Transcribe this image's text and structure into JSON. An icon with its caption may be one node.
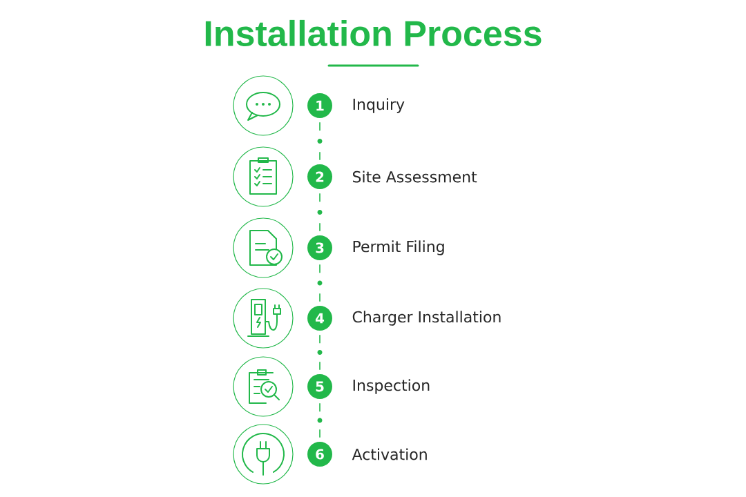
{
  "diagram": {
    "title": "Installation Process",
    "nodes": [
      {
        "text": [
          "1"
        ],
        "beside": [
          "Inquiry"
        ]
      },
      {
        "text": [
          "2"
        ],
        "beside": [
          "Site Assessment"
        ]
      },
      {
        "text": [
          "3"
        ],
        "beside": [
          "Permit Filing"
        ]
      },
      {
        "text": [
          "4"
        ],
        "beside": [
          "Charger Installation"
        ]
      },
      {
        "text": [
          "5"
        ],
        "beside": [
          "Inspection"
        ]
      },
      {
        "text": [
          "6"
        ],
        "beside": [
          "Activation"
        ]
      }
    ],
    "edges": [
      {
        "from": 0,
        "to": 1,
        "arrow": "none",
        "style": "dashed"
      },
      {
        "from": 1,
        "to": 2,
        "arrow": "none",
        "style": "dashed"
      },
      {
        "from": 2,
        "to": 3,
        "arrow": "none",
        "style": "dashed"
      },
      {
        "from": 3,
        "to": 4,
        "arrow": "none",
        "style": "dashed"
      },
      {
        "from": 4,
        "to": 5,
        "arrow": "none",
        "style": "dashed"
      }
    ]
  }
}
